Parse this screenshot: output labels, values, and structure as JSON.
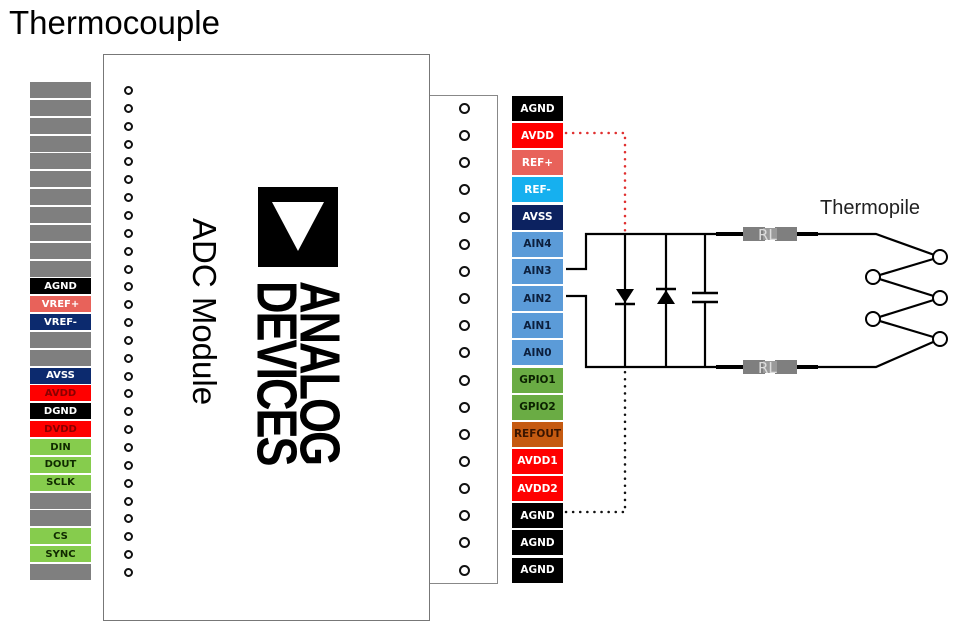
{
  "title": "Thermocouple",
  "module": {
    "label": "ADC Module",
    "brand_line1": "ANALOG",
    "brand_line2": "DEVICES",
    "logo_icon": "analog-devices-triangle-logo"
  },
  "left_header": {
    "pins": [
      {
        "label": "",
        "bg": "#7f7f7f",
        "fg": "#ffffff"
      },
      {
        "label": "",
        "bg": "#7f7f7f",
        "fg": "#ffffff"
      },
      {
        "label": "",
        "bg": "#7f7f7f",
        "fg": "#ffffff"
      },
      {
        "label": "",
        "bg": "#7f7f7f",
        "fg": "#ffffff"
      },
      {
        "label": "",
        "bg": "#7f7f7f",
        "fg": "#ffffff"
      },
      {
        "label": "",
        "bg": "#7f7f7f",
        "fg": "#ffffff"
      },
      {
        "label": "",
        "bg": "#7f7f7f",
        "fg": "#ffffff"
      },
      {
        "label": "",
        "bg": "#7f7f7f",
        "fg": "#ffffff"
      },
      {
        "label": "",
        "bg": "#7f7f7f",
        "fg": "#ffffff"
      },
      {
        "label": "",
        "bg": "#7f7f7f",
        "fg": "#ffffff"
      },
      {
        "label": "",
        "bg": "#7f7f7f",
        "fg": "#ffffff"
      },
      {
        "label": "AGND",
        "bg": "#000000",
        "fg": "#ffffff"
      },
      {
        "label": "VREF+",
        "bg": "#e8625a",
        "fg": "#ffffff"
      },
      {
        "label": "VREF-",
        "bg": "#0c2a6e",
        "fg": "#ffffff"
      },
      {
        "label": "",
        "bg": "#7f7f7f",
        "fg": "#ffffff"
      },
      {
        "label": "",
        "bg": "#7f7f7f",
        "fg": "#ffffff"
      },
      {
        "label": "AVSS",
        "bg": "#0c2a6e",
        "fg": "#ffffff"
      },
      {
        "label": "AVDD",
        "bg": "#ff0000",
        "fg": "#8a0000"
      },
      {
        "label": "DGND",
        "bg": "#000000",
        "fg": "#ffffff"
      },
      {
        "label": "DVDD",
        "bg": "#ff0000",
        "fg": "#8a0000"
      },
      {
        "label": "DIN",
        "bg": "#86cc4d",
        "fg": "#102a00"
      },
      {
        "label": "DOUT",
        "bg": "#86cc4d",
        "fg": "#102a00"
      },
      {
        "label": "SCLK",
        "bg": "#86cc4d",
        "fg": "#102a00"
      },
      {
        "label": "",
        "bg": "#7f7f7f",
        "fg": "#ffffff"
      },
      {
        "label": "",
        "bg": "#7f7f7f",
        "fg": "#ffffff"
      },
      {
        "label": "CS",
        "bg": "#86cc4d",
        "fg": "#102a00"
      },
      {
        "label": "SYNC",
        "bg": "#86cc4d",
        "fg": "#102a00"
      },
      {
        "label": "",
        "bg": "#7f7f7f",
        "fg": "#ffffff"
      }
    ]
  },
  "right_header": {
    "pins": [
      {
        "label": "AGND",
        "bg": "#000000",
        "fg": "#ffffff"
      },
      {
        "label": "AVDD",
        "bg": "#ff0000",
        "fg": "#ffffff"
      },
      {
        "label": "REF+",
        "bg": "#e8625a",
        "fg": "#ffffff"
      },
      {
        "label": "REF-",
        "bg": "#16b0ef",
        "fg": "#ffffff"
      },
      {
        "label": "AVSS",
        "bg": "#0c2260",
        "fg": "#ffffff"
      },
      {
        "label": "AIN4",
        "bg": "#5b9bd8",
        "fg": "#0c1f3d"
      },
      {
        "label": "AIN3",
        "bg": "#5b9bd8",
        "fg": "#0c1f3d"
      },
      {
        "label": "AIN2",
        "bg": "#5b9bd8",
        "fg": "#0c1f3d"
      },
      {
        "label": "AIN1",
        "bg": "#5b9bd8",
        "fg": "#0c1f3d"
      },
      {
        "label": "AIN0",
        "bg": "#5b9bd8",
        "fg": "#0c1f3d"
      },
      {
        "label": "GPIO1",
        "bg": "#6aac44",
        "fg": "#0b2200"
      },
      {
        "label": "GPIO2",
        "bg": "#6aac44",
        "fg": "#0b2200"
      },
      {
        "label": "REFOUT",
        "bg": "#c55a11",
        "fg": "#3a1500"
      },
      {
        "label": "AVDD1",
        "bg": "#ff0000",
        "fg": "#ffffff"
      },
      {
        "label": "AVDD2",
        "bg": "#ff0000",
        "fg": "#ffffff"
      },
      {
        "label": "AGND",
        "bg": "#000000",
        "fg": "#ffffff"
      },
      {
        "label": "AGND",
        "bg": "#000000",
        "fg": "#ffffff"
      },
      {
        "label": "AGND",
        "bg": "#000000",
        "fg": "#ffffff"
      }
    ]
  },
  "circuit": {
    "resistor_label": "RL",
    "sensor_label": "Thermopile",
    "avdd_link_color": "#e03030",
    "agnd_link_color": "#111111",
    "wire_color": "#000000",
    "components": [
      "diode-down",
      "diode-up",
      "capacitor",
      "resistor-top",
      "resistor-bottom",
      "thermopile"
    ]
  }
}
